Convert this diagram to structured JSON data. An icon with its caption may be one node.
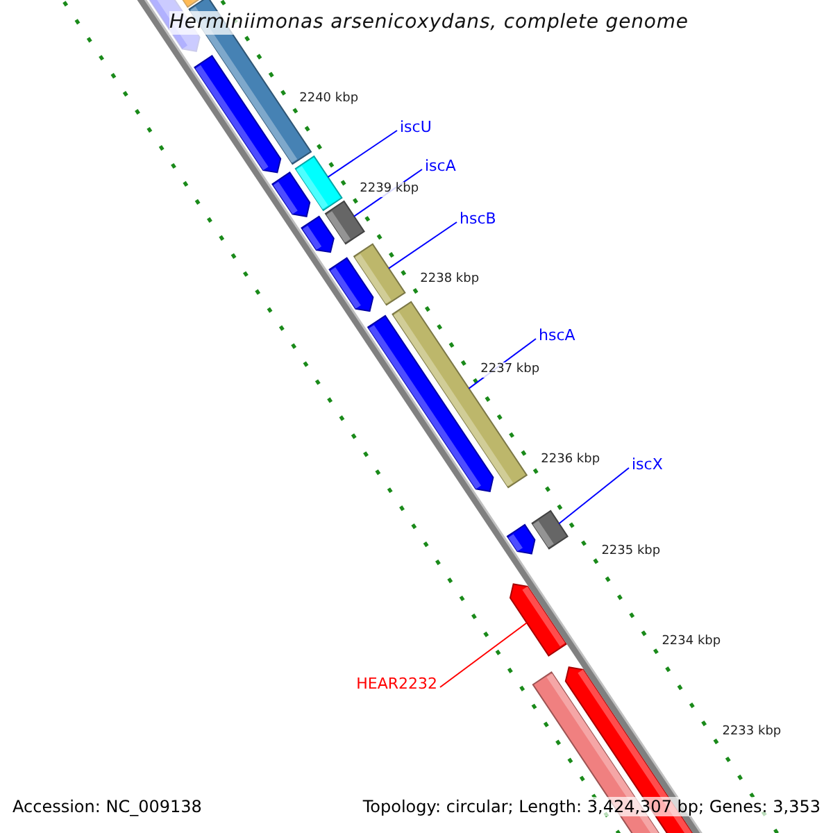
{
  "diagram": {
    "title": "Herminiimonas arsenicoxydans, complete genome",
    "nodes": [
      {
        "text": [
          "iscU"
        ]
      },
      {
        "text": [],
        "shape": "bar"
      },
      {
        "text": [
          "iscA"
        ]
      },
      {
        "text": [],
        "shape": "bar"
      },
      {
        "text": [
          "hscB"
        ]
      },
      {
        "text": [],
        "shape": "bar"
      },
      {
        "text": [
          "hscA"
        ]
      },
      {
        "text": [],
        "shape": "bar"
      },
      {
        "text": [
          "iscX"
        ]
      },
      {
        "text": [],
        "shape": "bar"
      },
      {
        "text": [
          "HEAR2232"
        ]
      },
      {
        "text": [],
        "shape": "bar"
      }
    ],
    "edges": [
      {
        "from": 0,
        "to": 1,
        "arrow": "none"
      },
      {
        "from": 2,
        "to": 3,
        "arrow": "none"
      },
      {
        "from": 4,
        "to": 5,
        "arrow": "none"
      },
      {
        "from": 6,
        "to": 7,
        "arrow": "none"
      },
      {
        "from": 8,
        "to": 9,
        "arrow": "none"
      },
      {
        "from": 10,
        "to": 11,
        "arrow": "none",
        "color": "#ff0000"
      }
    ],
    "labels": [
      "2240 kbp",
      "2239 kbp",
      "2238 kbp",
      "2237 kbp",
      "2236 kbp",
      "2235 kbp",
      "2234 kbp",
      "2233 kbp",
      "Accession: NC_009138",
      "Topology: circular; Length: 3,424,307 bp; Genes: 3,353"
    ]
  }
}
